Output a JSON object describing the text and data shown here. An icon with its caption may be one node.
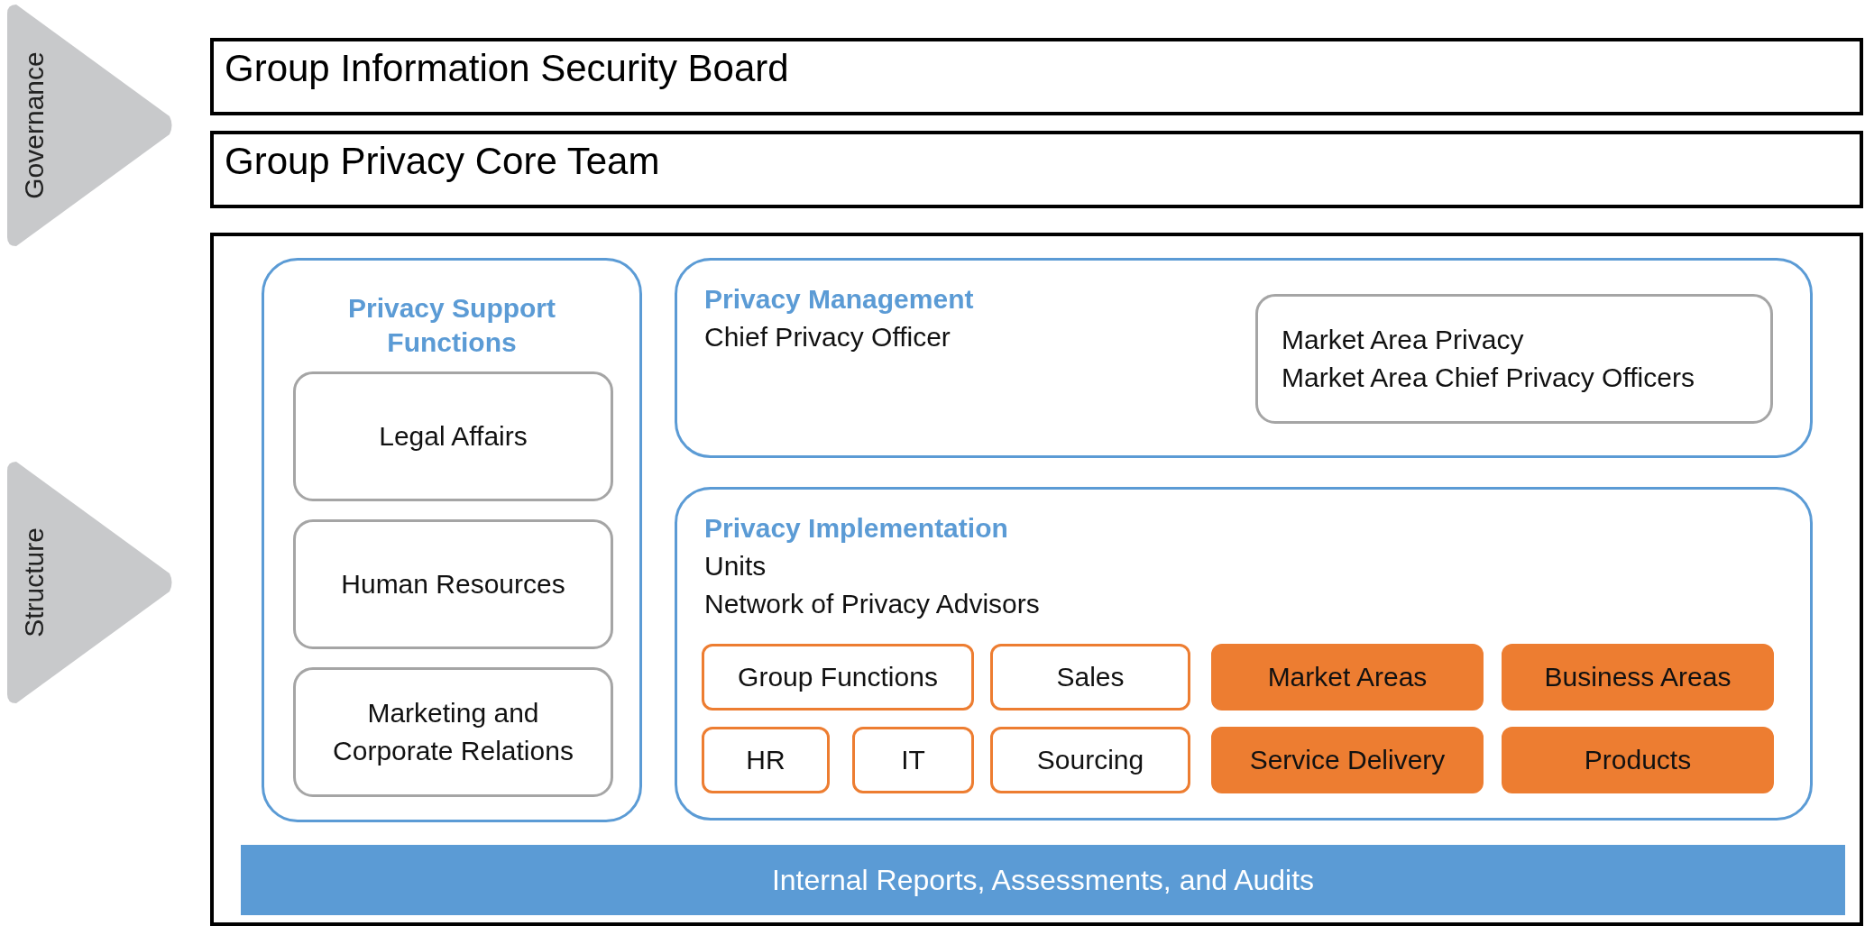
{
  "diagram": {
    "nodes": [
      {
        "text": [
          "Governance"
        ]
      },
      {
        "text": [
          "Structure"
        ]
      },
      {
        "text": [
          "Group Information Security Board"
        ]
      },
      {
        "text": [
          "Group Privacy Core Team"
        ]
      },
      {
        "text": [],
        "shape": "box"
      },
      {
        "text": [
          "Privacy Support Functions"
        ],
        "in": 4
      },
      {
        "text": [
          "Legal Affairs"
        ],
        "in": 5
      },
      {
        "text": [
          "Human Resources"
        ],
        "in": 5
      },
      {
        "text": [
          "Marketing and Corporate Relations"
        ],
        "in": 5
      },
      {
        "text": [
          "Privacy Management",
          "Chief Privacy Officer"
        ],
        "in": 4
      },
      {
        "text": [
          "Market Area Privacy",
          "Market Area Chief Privacy Officers"
        ],
        "in": 9
      },
      {
        "text": [
          "Privacy Implementation",
          "Units",
          "Network of Privacy Advisors"
        ],
        "in": 4
      },
      {
        "text": [
          "Group Functions"
        ],
        "in": 11
      },
      {
        "text": [
          "Sales"
        ],
        "in": 11
      },
      {
        "text": [
          "Market Areas"
        ],
        "in": 11
      },
      {
        "text": [
          "Business Areas"
        ],
        "in": 11
      },
      {
        "text": [
          "HR"
        ],
        "in": 11
      },
      {
        "text": [
          "IT"
        ],
        "in": 11
      },
      {
        "text": [
          "Sourcing"
        ],
        "in": 11
      },
      {
        "text": [
          "Service Delivery"
        ],
        "in": 11
      },
      {
        "text": [
          "Products"
        ],
        "in": 11
      },
      {
        "text": [
          "Internal Reports, Assessments, and Audits"
        ],
        "in": 4
      }
    ],
    "edges": []
  }
}
